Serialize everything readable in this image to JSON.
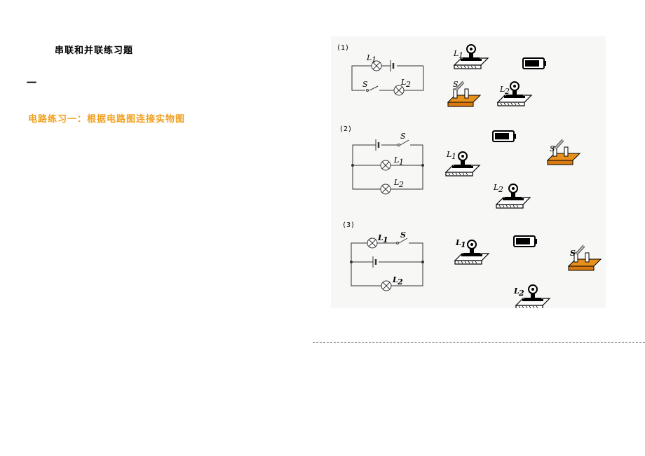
{
  "document": {
    "title": "串联和并联练习题",
    "marker": "一",
    "section_heading": "电路练习一：根据电路图连接实物图"
  },
  "figure": {
    "problems": [
      {
        "number": "(1)",
        "lamp1": "L",
        "lamp1_sub": "1",
        "lamp2": "L",
        "lamp2_sub": "2",
        "switch": "S"
      },
      {
        "number": "(2)",
        "lamp1": "L",
        "lamp1_sub": "1",
        "lamp2": "L",
        "lamp2_sub": "2",
        "switch": "S"
      },
      {
        "number": "(3)",
        "lamp1": "L",
        "lamp1_sub": "1",
        "lamp2": "L",
        "lamp2_sub": "2",
        "switch": "S"
      }
    ]
  },
  "colors": {
    "section_heading": "#f0a020",
    "switch_base": "#e8901c"
  }
}
